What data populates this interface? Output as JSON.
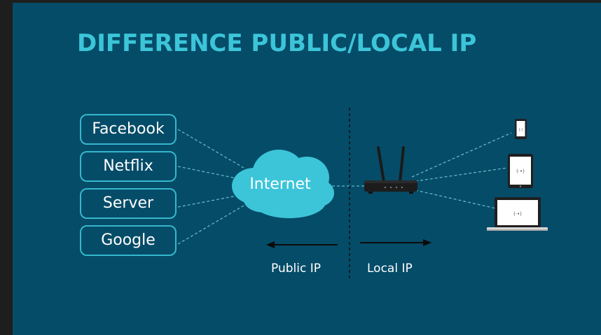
{
  "slide": {
    "title": "DIFFERENCE PUBLIC/LOCAL IP"
  },
  "services": [
    {
      "label": "Facebook"
    },
    {
      "label": "Netflix"
    },
    {
      "label": "Server"
    },
    {
      "label": "Google"
    }
  ],
  "internet": {
    "label": "Internet"
  },
  "labels": {
    "public_ip": "Public IP",
    "local_ip": "Local IP"
  },
  "icons": {
    "router": "router-icon",
    "phone": "phone-icon",
    "tablet": "tablet-icon",
    "laptop": "laptop-icon",
    "cloud": "cloud-icon"
  },
  "colors": {
    "background": "#054c68",
    "accent": "#3cc5d9",
    "box_border": "#35b7cd",
    "cloud": "#3cc5d9",
    "dashed_line": "#5fb7c9",
    "text": "#ffffff"
  }
}
